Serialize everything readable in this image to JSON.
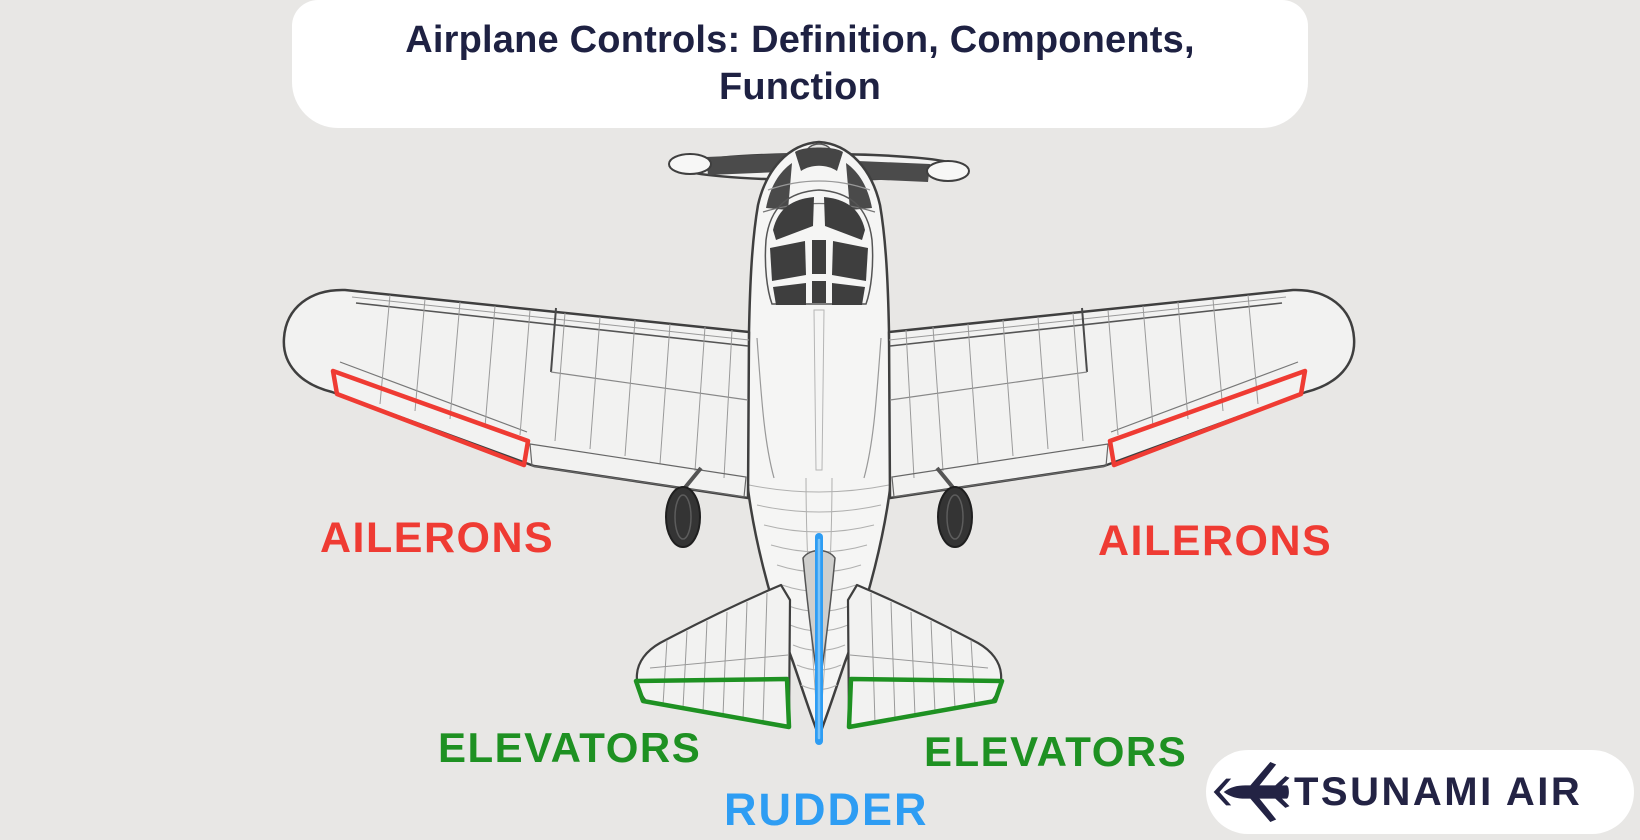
{
  "title_card": {
    "line1": "Airplane Controls: Definition, Components,",
    "line2": "Function",
    "full_title": "Airplane Controls: Definition, Components, Function"
  },
  "labels": {
    "aileron_left": "AILERONS",
    "aileron_right": "AILERONS",
    "elevator_left": "ELEVATORS",
    "elevator_right": "ELEVATORS",
    "rudder": "RUDDER"
  },
  "logo": {
    "brand": "TSUNAMI AIR",
    "icon": "jet-icon"
  },
  "colors": {
    "background": "#e8e7e5",
    "card_white": "#ffffff",
    "title_text": "#1e2142",
    "ailerons": "#ef3b33",
    "elevators": "#1e9122",
    "rudder": "#2e9df3",
    "rudder_sheen": "#7cc4f8",
    "logo_navy": "#232344"
  }
}
